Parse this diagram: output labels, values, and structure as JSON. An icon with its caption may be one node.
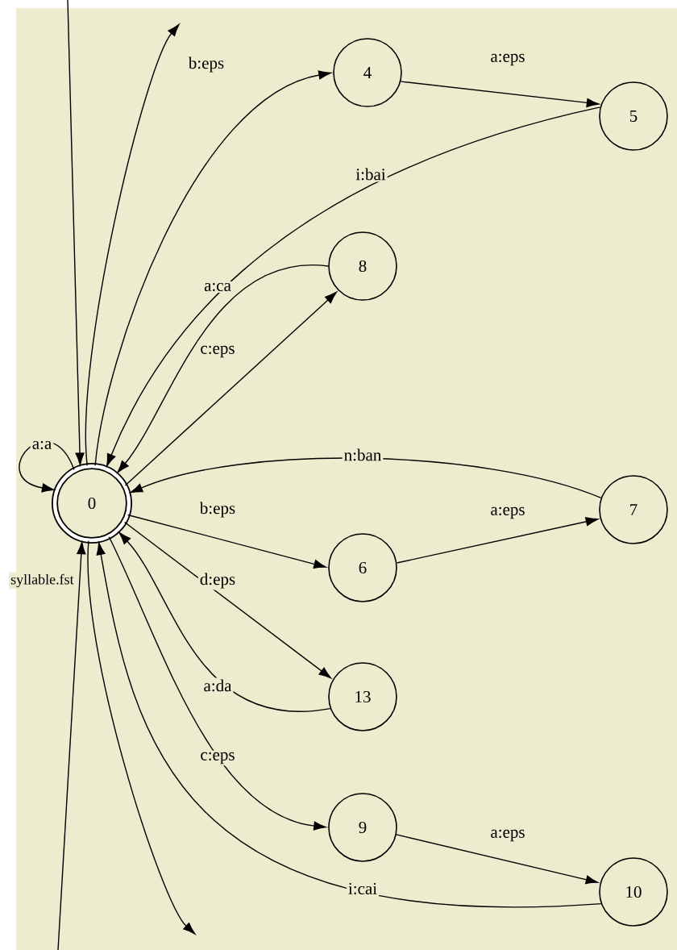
{
  "diagram": {
    "nodes": [
      {
        "text": [
          "0"
        ],
        "beside": [
          "syllable.fst"
        ]
      },
      {
        "text": [
          "4"
        ]
      },
      {
        "text": [
          "5"
        ]
      },
      {
        "text": [
          "8"
        ]
      },
      {
        "text": [
          "7"
        ]
      },
      {
        "text": [
          "6"
        ]
      },
      {
        "text": [
          "13"
        ]
      },
      {
        "text": [
          "9"
        ]
      },
      {
        "text": [
          "10"
        ]
      }
    ],
    "edges": [
      {
        "from": 0,
        "to": 0,
        "arrow": "to",
        "label": "a:a"
      },
      {
        "from": 0,
        "to": 1,
        "arrow": "to",
        "label": "b:eps"
      },
      {
        "from": 1,
        "to": 2,
        "arrow": "to",
        "label": "a:eps"
      },
      {
        "from": 2,
        "to": 0,
        "arrow": "to",
        "label": "i:bai"
      },
      {
        "from": 3,
        "to": 0,
        "arrow": "to",
        "label": "a:ca"
      },
      {
        "from": 0,
        "to": 3,
        "arrow": "to",
        "label": "c:eps"
      },
      {
        "from": 4,
        "to": 0,
        "arrow": "to",
        "label": "n:ban"
      },
      {
        "from": 0,
        "to": 5,
        "arrow": "to",
        "label": "b:eps"
      },
      {
        "from": 5,
        "to": 4,
        "arrow": "to",
        "label": "a:eps"
      },
      {
        "from": 0,
        "to": 6,
        "arrow": "to",
        "label": "d:eps"
      },
      {
        "from": 6,
        "to": 0,
        "arrow": "to",
        "label": "a:da"
      },
      {
        "from": 0,
        "to": 7,
        "arrow": "to",
        "label": "c:eps"
      },
      {
        "from": 7,
        "to": 8,
        "arrow": "to",
        "label": "a:eps"
      },
      {
        "from": 8,
        "to": 0,
        "arrow": "to",
        "label": "i:cai"
      },
      {
        "from": null,
        "to": 0,
        "arrow": "to"
      },
      {
        "from": 0,
        "to": null,
        "arrow": "to"
      },
      {
        "from": null,
        "to": 0,
        "arrow": "to"
      },
      {
        "from": 0,
        "to": null,
        "arrow": "to"
      }
    ]
  }
}
